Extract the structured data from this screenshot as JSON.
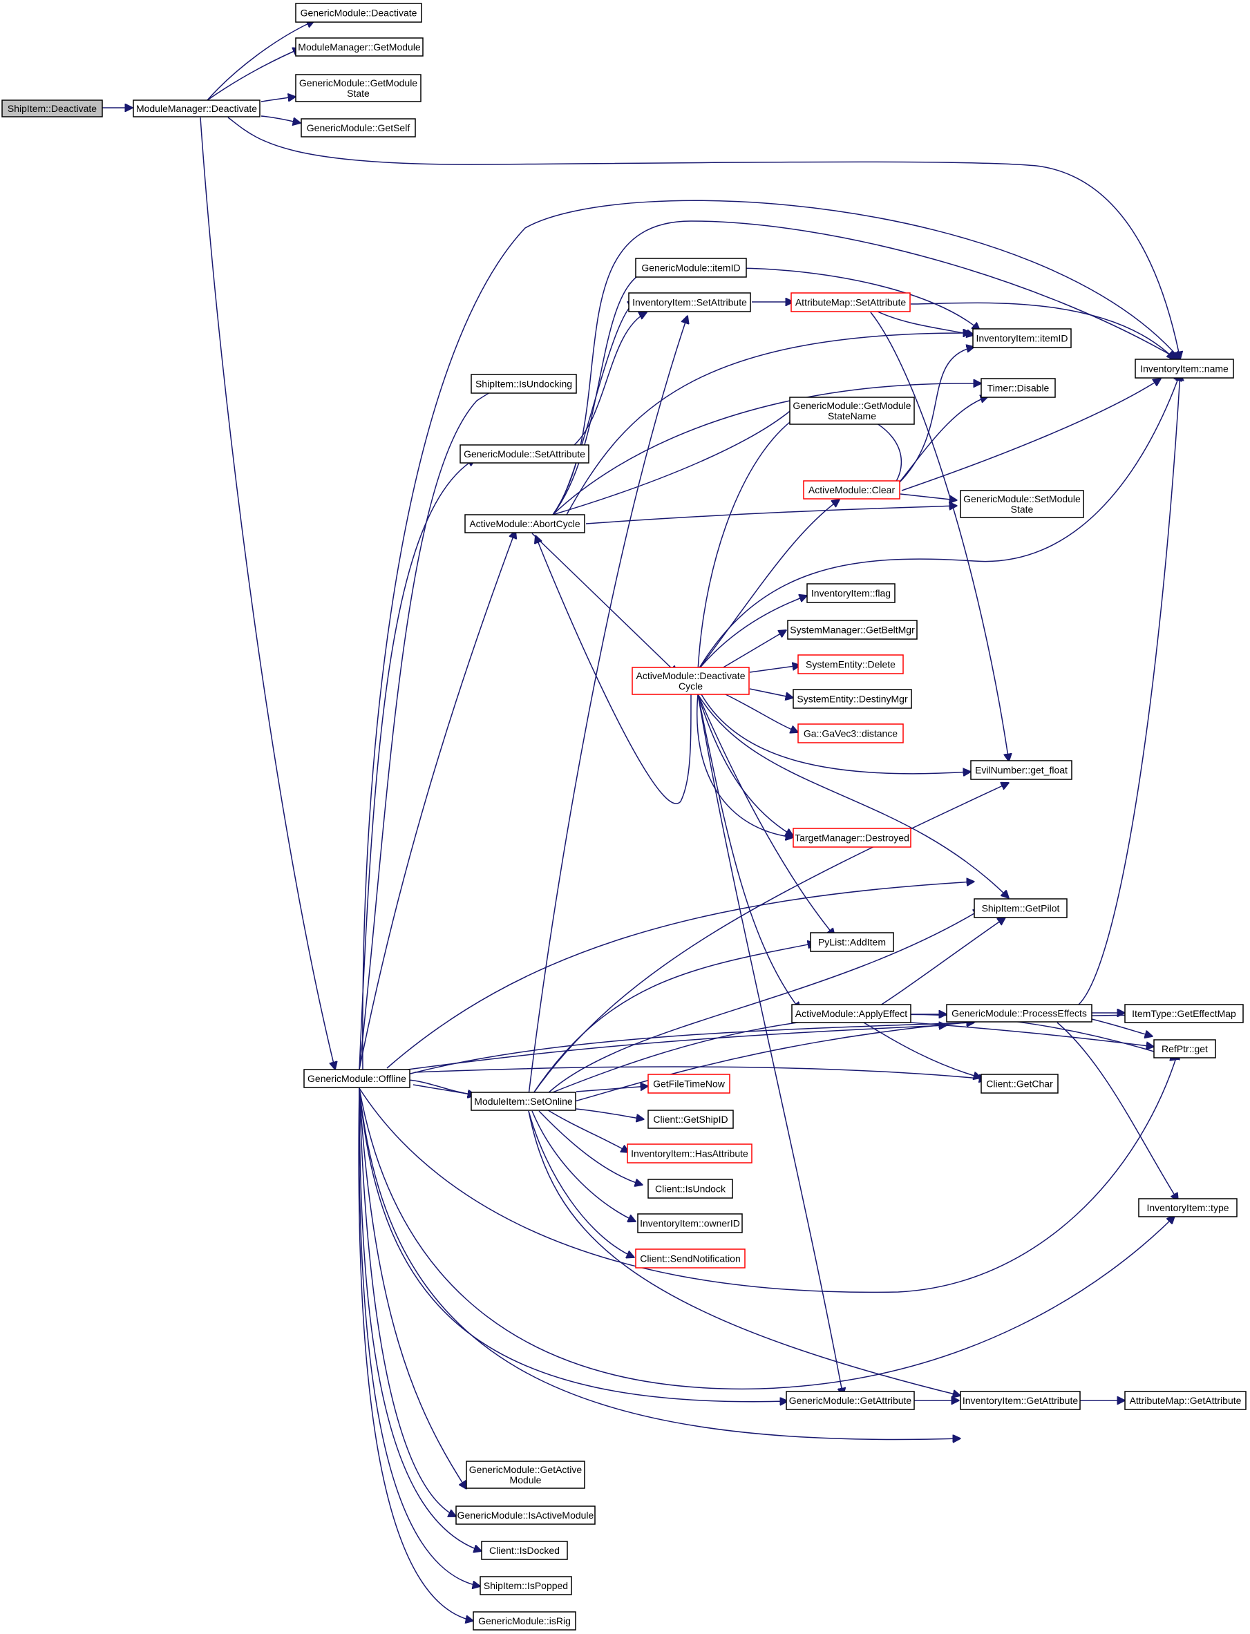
{
  "colors": {
    "edge": "#191970",
    "normal_border": "#000000",
    "truncated_border": "#ff0000",
    "root_fill": "#bfbfbf",
    "node_fill": "#ffffff"
  },
  "nodes": [
    {
      "id": "n_root",
      "lines": [
        "ShipItem::Deactivate"
      ],
      "style": "root"
    },
    {
      "id": "n_mm_deact",
      "lines": [
        "ModuleManager::Deactivate"
      ],
      "style": "normal"
    },
    {
      "id": "n_gm_deact",
      "lines": [
        "GenericModule::Deactivate"
      ],
      "style": "normal"
    },
    {
      "id": "n_mm_getmod",
      "lines": [
        "ModuleManager::GetModule"
      ],
      "style": "normal"
    },
    {
      "id": "n_gm_getmodstate",
      "lines": [
        "GenericModule::GetModule",
        "State"
      ],
      "style": "normal"
    },
    {
      "id": "n_gm_getself",
      "lines": [
        "GenericModule::GetSelf"
      ],
      "style": "normal"
    },
    {
      "id": "n_gm_itemid",
      "lines": [
        "GenericModule::itemID"
      ],
      "style": "normal"
    },
    {
      "id": "n_ii_setattr",
      "lines": [
        "InventoryItem::SetAttribute"
      ],
      "style": "normal"
    },
    {
      "id": "n_am_setattr",
      "lines": [
        "AttributeMap::SetAttribute"
      ],
      "style": "truncated"
    },
    {
      "id": "n_ii_itemid",
      "lines": [
        "InventoryItem::itemID"
      ],
      "style": "normal"
    },
    {
      "id": "n_ii_name",
      "lines": [
        "InventoryItem::name"
      ],
      "style": "normal"
    },
    {
      "id": "n_si_isundocking",
      "lines": [
        "ShipItem::IsUndocking"
      ],
      "style": "normal"
    },
    {
      "id": "n_timer_disable",
      "lines": [
        "Timer::Disable"
      ],
      "style": "normal"
    },
    {
      "id": "n_gm_getmodstatename",
      "lines": [
        "GenericModule::GetModule",
        "StateName"
      ],
      "style": "normal"
    },
    {
      "id": "n_gm_setattr",
      "lines": [
        "GenericModule::SetAttribute"
      ],
      "style": "normal"
    },
    {
      "id": "n_am_clear",
      "lines": [
        "ActiveModule::Clear"
      ],
      "style": "truncated"
    },
    {
      "id": "n_gm_setmodstate",
      "lines": [
        "GenericModule::SetModule",
        "State"
      ],
      "style": "normal"
    },
    {
      "id": "n_am_abortcycle",
      "lines": [
        "ActiveModule::AbortCycle"
      ],
      "style": "normal"
    },
    {
      "id": "n_ii_flag",
      "lines": [
        "InventoryItem::flag"
      ],
      "style": "normal"
    },
    {
      "id": "n_sm_getbeltmgr",
      "lines": [
        "SystemManager::GetBeltMgr"
      ],
      "style": "normal"
    },
    {
      "id": "n_se_delete",
      "lines": [
        "SystemEntity::Delete"
      ],
      "style": "truncated"
    },
    {
      "id": "n_am_deactcycle",
      "lines": [
        "ActiveModule::Deactivate",
        "Cycle"
      ],
      "style": "truncated"
    },
    {
      "id": "n_se_destinymgr",
      "lines": [
        "SystemEntity::DestinyMgr"
      ],
      "style": "normal"
    },
    {
      "id": "n_ga_distance",
      "lines": [
        "Ga::GaVec3::distance"
      ],
      "style": "truncated"
    },
    {
      "id": "n_en_getfloat",
      "lines": [
        "EvilNumber::get_float"
      ],
      "style": "normal"
    },
    {
      "id": "n_tm_destroyed",
      "lines": [
        "TargetManager::Destroyed"
      ],
      "style": "truncated"
    },
    {
      "id": "n_si_getpilot",
      "lines": [
        "ShipItem::GetPilot"
      ],
      "style": "normal"
    },
    {
      "id": "n_pl_additem",
      "lines": [
        "PyList::AddItem"
      ],
      "style": "normal"
    },
    {
      "id": "n_am_applyeffect",
      "lines": [
        "ActiveModule::ApplyEffect"
      ],
      "style": "normal"
    },
    {
      "id": "n_gm_processeffects",
      "lines": [
        "GenericModule::ProcessEffects"
      ],
      "style": "normal"
    },
    {
      "id": "n_it_geteffectmap",
      "lines": [
        "ItemType::GetEffectMap"
      ],
      "style": "normal"
    },
    {
      "id": "n_refptr_get",
      "lines": [
        "RefPtr::get"
      ],
      "style": "normal"
    },
    {
      "id": "n_gm_offline",
      "lines": [
        "GenericModule::Offline"
      ],
      "style": "normal"
    },
    {
      "id": "n_client_getchar",
      "lines": [
        "Client::GetChar"
      ],
      "style": "normal"
    },
    {
      "id": "n_mi_setonline",
      "lines": [
        "ModuleItem::SetOnline"
      ],
      "style": "normal"
    },
    {
      "id": "n_getfiletimenow",
      "lines": [
        "GetFileTimeNow"
      ],
      "style": "truncated"
    },
    {
      "id": "n_client_getshipid",
      "lines": [
        "Client::GetShipID"
      ],
      "style": "normal"
    },
    {
      "id": "n_ii_hasattr",
      "lines": [
        "InventoryItem::HasAttribute"
      ],
      "style": "truncated"
    },
    {
      "id": "n_client_isundock",
      "lines": [
        "Client::IsUndock"
      ],
      "style": "normal"
    },
    {
      "id": "n_ii_ownerid",
      "lines": [
        "InventoryItem::ownerID"
      ],
      "style": "normal"
    },
    {
      "id": "n_client_sendnotif",
      "lines": [
        "Client::SendNotification"
      ],
      "style": "truncated"
    },
    {
      "id": "n_ii_type",
      "lines": [
        "InventoryItem::type"
      ],
      "style": "normal"
    },
    {
      "id": "n_gm_getattr",
      "lines": [
        "GenericModule::GetAttribute"
      ],
      "style": "normal"
    },
    {
      "id": "n_ii_getattr",
      "lines": [
        "InventoryItem::GetAttribute"
      ],
      "style": "normal"
    },
    {
      "id": "n_amap_getattr",
      "lines": [
        "AttributeMap::GetAttribute"
      ],
      "style": "normal"
    },
    {
      "id": "n_gm_getactivemod",
      "lines": [
        "GenericModule::GetActive",
        "Module"
      ],
      "style": "normal"
    },
    {
      "id": "n_gm_isactivemod",
      "lines": [
        "GenericModule::IsActiveModule"
      ],
      "style": "normal"
    },
    {
      "id": "n_client_isdocked",
      "lines": [
        "Client::IsDocked"
      ],
      "style": "normal"
    },
    {
      "id": "n_si_ispopped",
      "lines": [
        "ShipItem::IsPopped"
      ],
      "style": "normal"
    },
    {
      "id": "n_gm_isrig",
      "lines": [
        "GenericModule::isRig"
      ],
      "style": "normal"
    }
  ]
}
